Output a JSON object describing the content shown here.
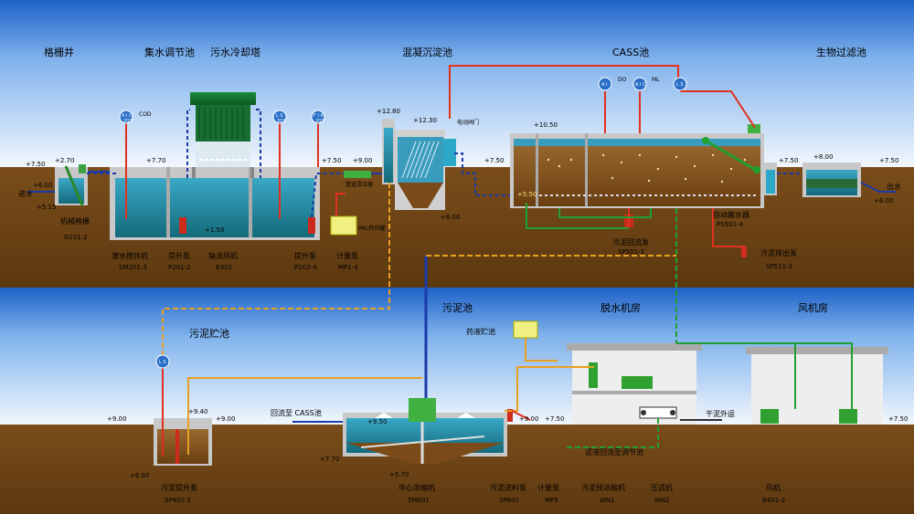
{
  "sections": {
    "grid_well": "格栅井",
    "collection_tank": "集水调节池",
    "cooling_tower": "污水冷却塔",
    "coag_tank": "混凝沉淀池",
    "cass_tank": "CASS池",
    "bio_filter": "生物过滤池",
    "sludge_tank": "污泥池",
    "sludge_storage": "污泥贮池",
    "dewater_room": "脱水机房",
    "blower_room": "风机房"
  },
  "equipment": {
    "mech_grid": "机械格栅",
    "mech_grid_code": "G101-2",
    "mixer": "潜水搅拌机",
    "mixer_code": "SM201-3",
    "lift_pump1": "提升泵",
    "lift_pump1_code": "P201-2",
    "axial_fan": "轴流风机",
    "axial_fan_code": "B301",
    "lift_pump2": "提升泵",
    "lift_pump2_code": "P203-4",
    "meter_pump": "计量泵",
    "meter_pump_code": "MP1-4",
    "decanter": "自动撇水器",
    "decanter_code": "PS501-4",
    "return_pump": "污泥回流泵",
    "return_pump_code": "SP501-3",
    "discharge_pump": "污泥排出泵",
    "discharge_pump_code": "SP511-3",
    "sludge_lift": "污泥提升泵",
    "sludge_lift_code": "SP401-2",
    "thickener": "中心浓缩机",
    "thickener_code": "SM601",
    "feed_pump": "污泥进料泵",
    "feed_pump_code": "SP601",
    "meter_pump2": "计量泵",
    "meter_pump2_code": "MP5",
    "belt_thickener": "污泥预浓缩机",
    "belt_thickener_code": "WN1",
    "filter_press": "压滤机",
    "filter_press_code": "WN2",
    "blower": "风机",
    "blower_code": "B401-2"
  },
  "labels": {
    "inlet": "进水",
    "outlet": "出水",
    "pac_tank": "PAC药剂罐",
    "pam_tank": "药液贮池",
    "return_cass": "回流至 CASS池",
    "sludge_out": "干泥外运",
    "filtrate_return": "滤液回流至调节池",
    "valve": "电动阀门",
    "mixer_static": "管道混合器"
  },
  "instruments": {
    "ai1": "A I C",
    "ai1_sub": "201",
    "ai1_tag": "COD",
    "ls1": "L S",
    "ls1_sub": "201",
    "fi1": "F I R",
    "fi1_sub": "201",
    "ai2": "A I",
    "ai2_tag": "DO",
    "aic2": "A I C",
    "aic2_tag": "ML",
    "ls2": "L S",
    "ls3": "L S"
  },
  "elevations": {
    "e1": "+7.50",
    "e2": "+2.70",
    "e3": "+6.00",
    "e4": "+5.15",
    "e5": "+7.70",
    "e6": "+1.50",
    "e7": "+7.50",
    "e8": "+9.00",
    "e9": "+12.80",
    "e10": "+12.30",
    "e11": "+6.00",
    "e12": "+7.50",
    "e13": "+10.50",
    "e14": "+5.50",
    "e15": "+7.50",
    "e16": "+8.00",
    "e17": "+7.50",
    "e18": "+6.00",
    "e19": "+9.00",
    "e20": "+9.40",
    "e21": "+9.00",
    "e22": "+6.00",
    "e23": "+9.50",
    "e24": "+7.70",
    "e25": "+5.70",
    "e26": "+9.00",
    "e27": "+7.50",
    "e28": "+7.50"
  },
  "colors": {
    "sky_top": "#1e62c8",
    "sky_bottom": "#eef5fd",
    "ground": "#6b4316",
    "water": "#1e8c95",
    "sludge": "#7a4a14",
    "pipe_blue": "#1a3aa8",
    "pipe_red": "#e03020",
    "pipe_green": "#20a030",
    "pipe_orange": "#e8a020"
  }
}
